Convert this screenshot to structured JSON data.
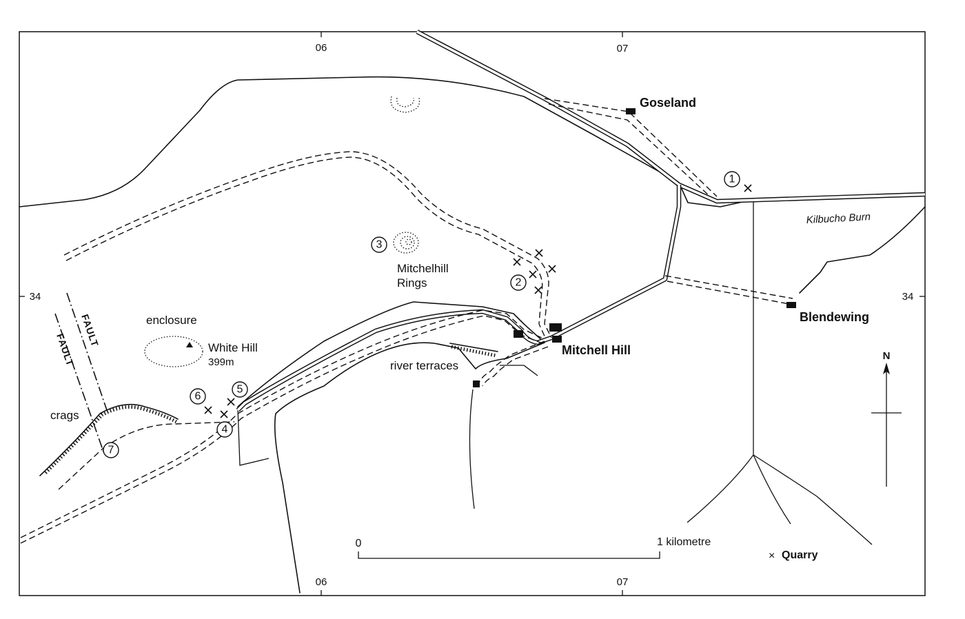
{
  "grid": {
    "eastings": [
      "06",
      "07"
    ],
    "northing": "34"
  },
  "places": {
    "goseland": "Goseland",
    "blendewing": "Blendewing",
    "mitchell_hill": "Mitchell Hill",
    "mitchelhill_rings": [
      "Mitchelhill",
      "Rings"
    ],
    "white_hill": "White Hill",
    "white_hill_height": "399m",
    "enclosure": "enclosure",
    "river_terraces": "river terraces",
    "crags": "crags",
    "kilbucho_burn": "Kilbucho Burn",
    "fault": "FAULT"
  },
  "sites": [
    "1",
    "2",
    "3",
    "4",
    "5",
    "6",
    "7"
  ],
  "scale": {
    "start": "0",
    "end": "1 kilometre"
  },
  "legend": {
    "quarry_symbol": "×",
    "quarry_label": "Quarry"
  },
  "north_arrow": {
    "label": "N"
  }
}
